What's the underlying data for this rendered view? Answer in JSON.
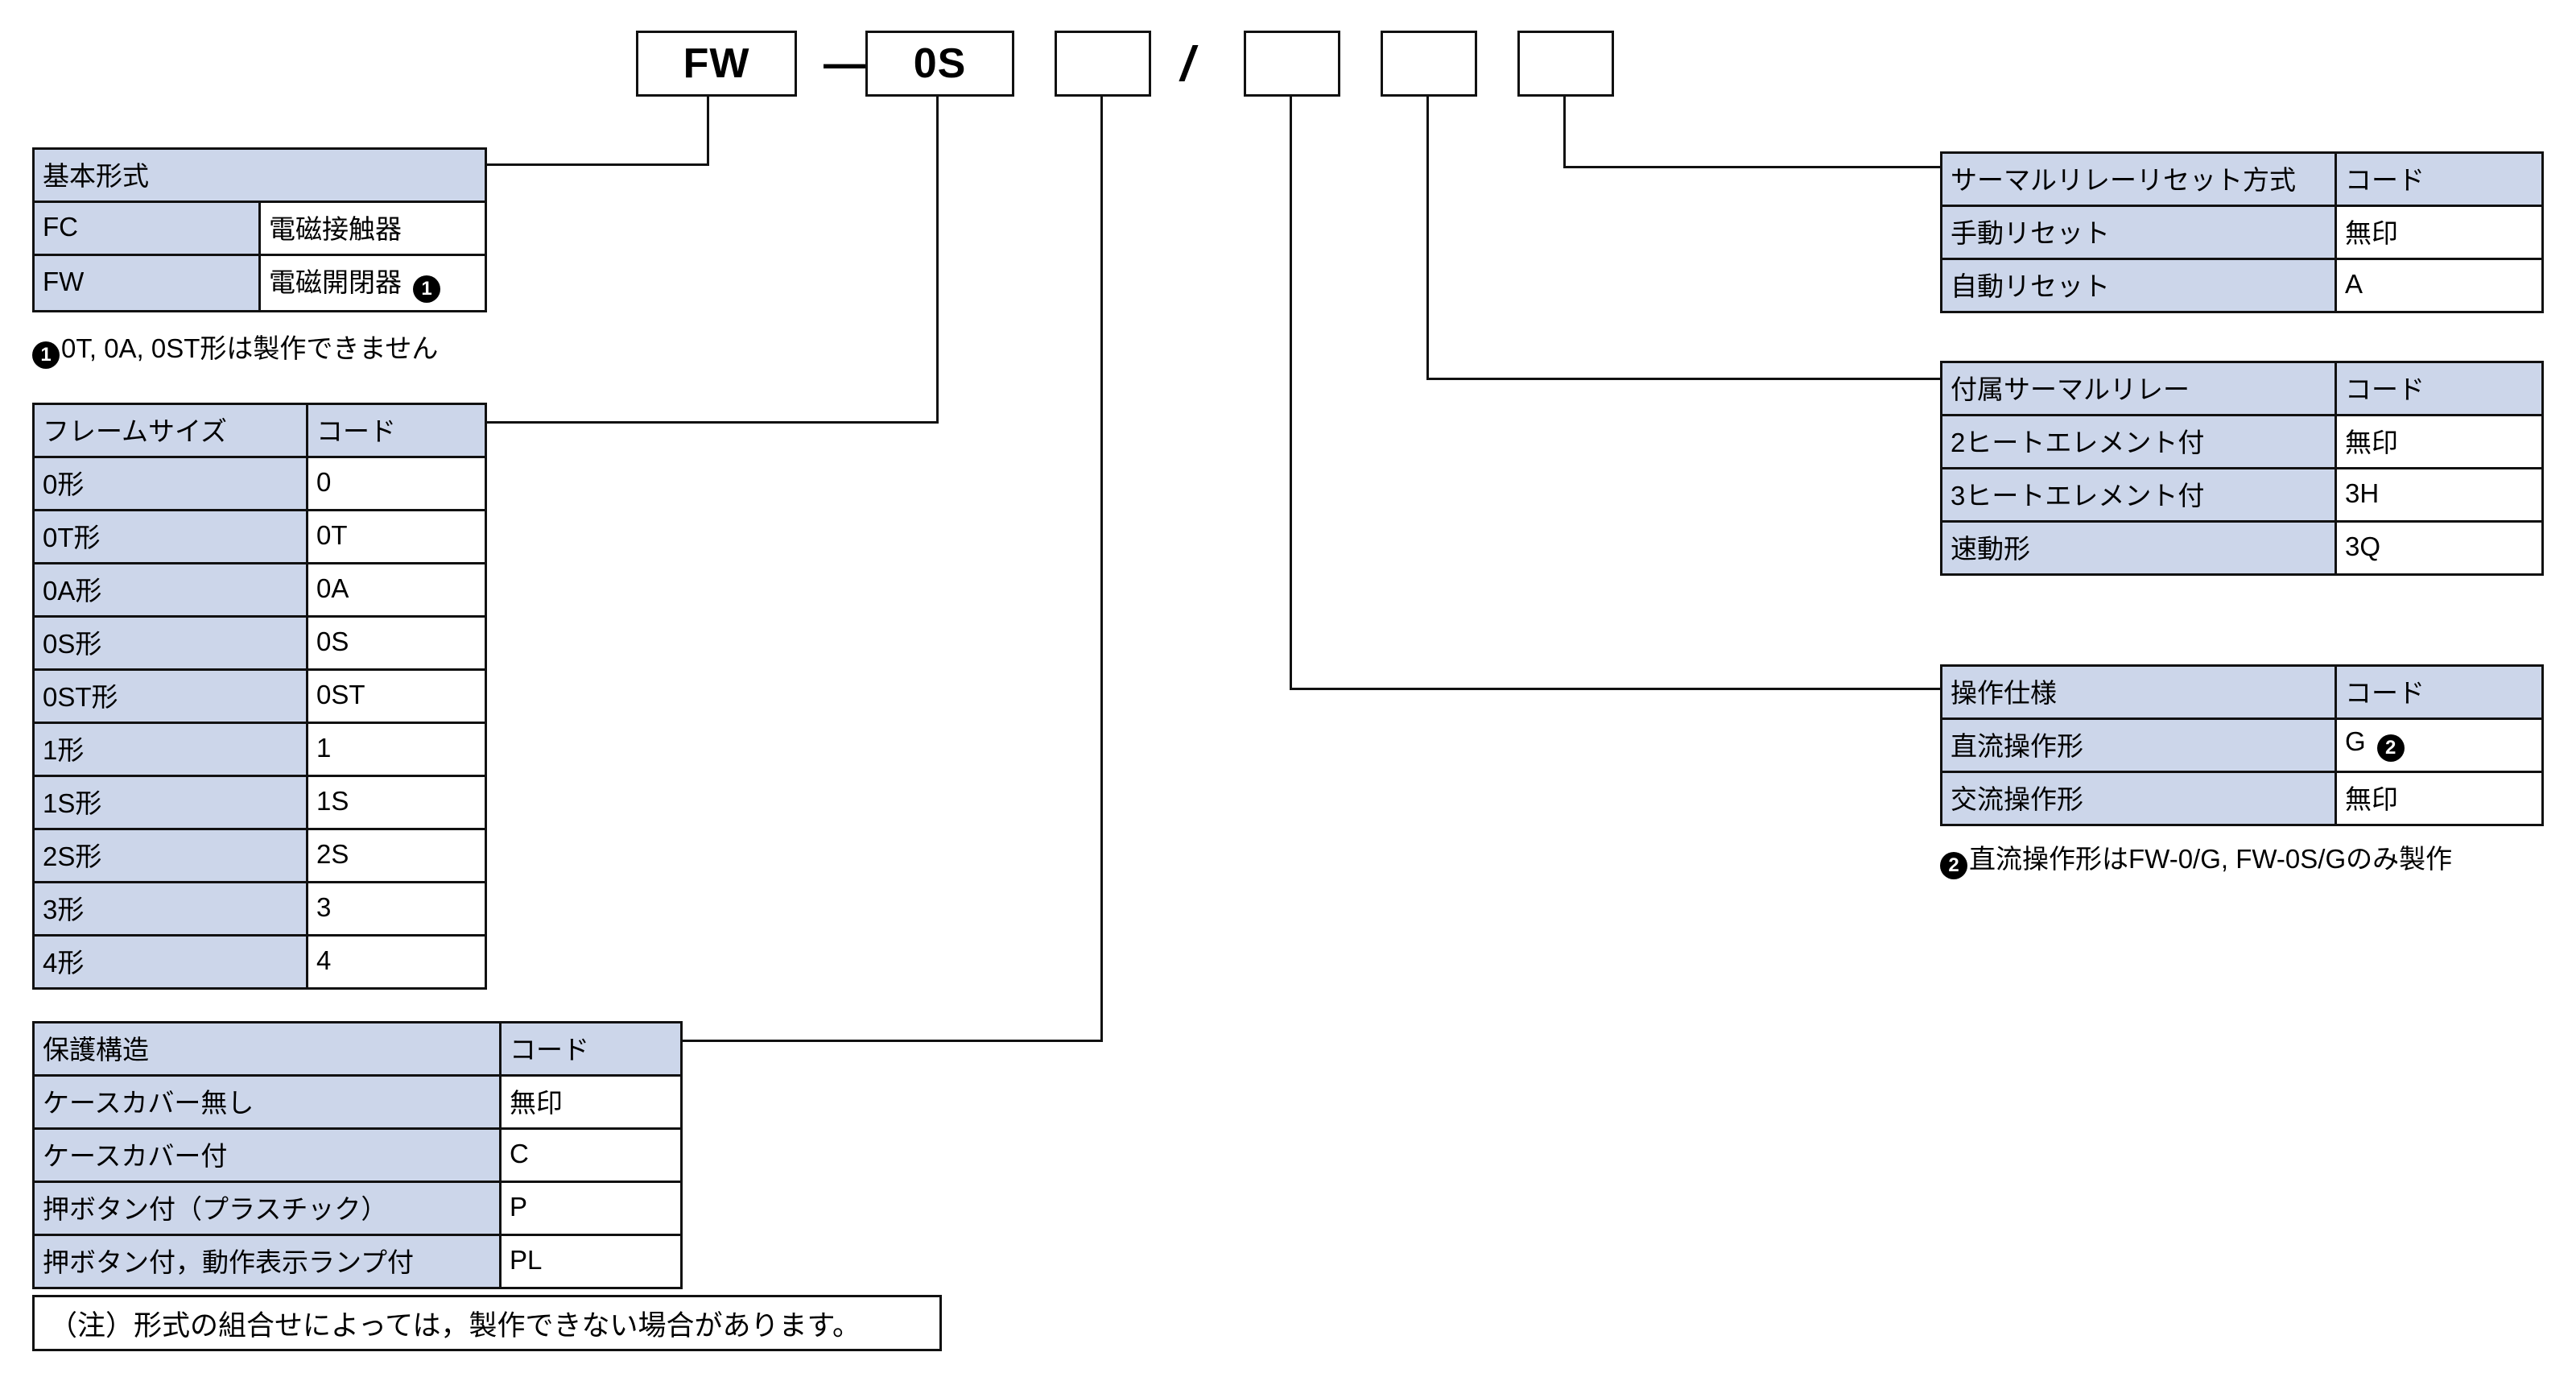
{
  "model_string": {
    "boxes": [
      {
        "name": "base-type",
        "value": "FW"
      },
      {
        "name": "frame-size",
        "value": "0S"
      },
      {
        "name": "protection-structure",
        "value": ""
      },
      {
        "name": "operation-spec",
        "value": ""
      },
      {
        "name": "thermal-relay",
        "value": ""
      },
      {
        "name": "thermal-reset",
        "value": ""
      }
    ],
    "separator_dash": "—",
    "separator_slash": "/"
  },
  "tables": {
    "base_type": {
      "header": "基本形式",
      "header_code": "",
      "rows": [
        {
          "code": "FC",
          "desc": "電磁接触器",
          "mark": ""
        },
        {
          "code": "FW",
          "desc": "電磁開閉器",
          "mark": "1"
        }
      ],
      "footnote_mark": "1",
      "footnote": "0T, 0A, 0ST形は製作できません"
    },
    "frame_size": {
      "header": "フレームサイズ",
      "header_code": "コード",
      "rows": [
        {
          "label": "0形",
          "code": "0"
        },
        {
          "label": "0T形",
          "code": "0T"
        },
        {
          "label": "0A形",
          "code": "0A"
        },
        {
          "label": "0S形",
          "code": "0S"
        },
        {
          "label": "0ST形",
          "code": "0ST"
        },
        {
          "label": "1形",
          "code": "1"
        },
        {
          "label": "1S形",
          "code": "1S"
        },
        {
          "label": "2S形",
          "code": "2S"
        },
        {
          "label": "3形",
          "code": "3"
        },
        {
          "label": "4形",
          "code": "4"
        }
      ]
    },
    "protection_structure": {
      "header": "保護構造",
      "header_code": "コード",
      "rows": [
        {
          "label": "ケースカバー無し",
          "code": "無印"
        },
        {
          "label": "ケースカバー付",
          "code": "C"
        },
        {
          "label": "押ボタン付（プラスチック）",
          "code": "P"
        },
        {
          "label": "押ボタン付，動作表示ランプ付",
          "code": "PL"
        }
      ]
    },
    "thermal_reset": {
      "header": "サーマルリレーリセット方式",
      "header_code": "コード",
      "rows": [
        {
          "label": "手動リセット",
          "code": "無印"
        },
        {
          "label": "自動リセット",
          "code": "A"
        }
      ]
    },
    "thermal_relay": {
      "header": "付属サーマルリレー",
      "header_code": "コード",
      "rows": [
        {
          "label": "2ヒートエレメント付",
          "code": "無印"
        },
        {
          "label": "3ヒートエレメント付",
          "code": "3H"
        },
        {
          "label": "速動形",
          "code": "3Q"
        }
      ]
    },
    "operation_spec": {
      "header": "操作仕様",
      "header_code": "コード",
      "rows": [
        {
          "label": "直流操作形",
          "code": "G",
          "mark": "2"
        },
        {
          "label": "交流操作形",
          "code": "無印",
          "mark": ""
        }
      ],
      "footnote_mark": "2",
      "footnote": "直流操作形はFW-0/G, FW-0S/Gのみ製作"
    }
  },
  "bottom_note": "（注）形式の組合せによっては，製作できない場合があります。",
  "colors": {
    "header_fill": "#ccd6ea",
    "label_fill": "#ccd6ea",
    "line": "#111111",
    "page_bg": "#ffffff"
  }
}
